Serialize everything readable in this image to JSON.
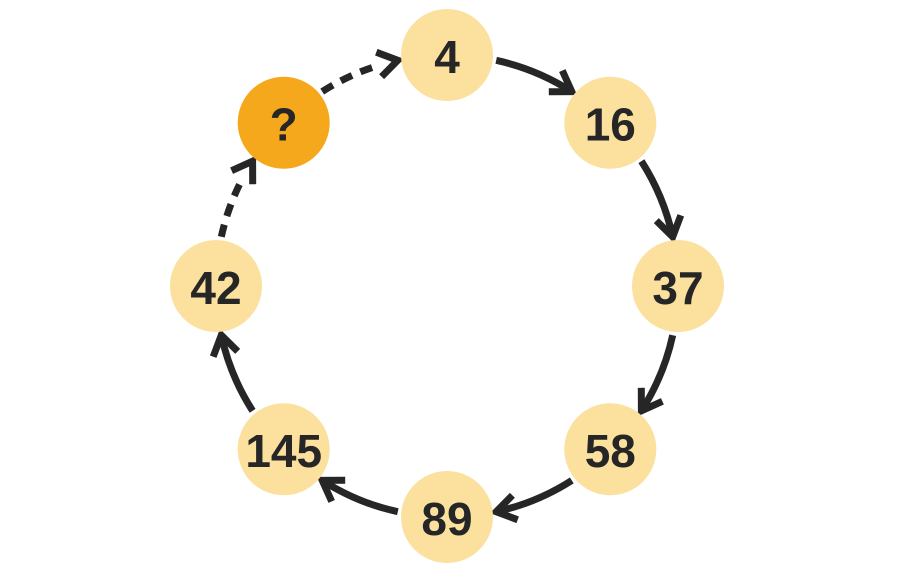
{
  "diagram": {
    "title": "number-cycle-puzzle",
    "colors": {
      "background": "#ffffff",
      "node_fill": "#FBE09E",
      "highlight_fill": "#F6A81D",
      "ink": "#262626"
    },
    "nodes": [
      {
        "id": "node-4",
        "label": "4",
        "angle": 270,
        "highlight": false
      },
      {
        "id": "node-16",
        "label": "16",
        "angle": 315,
        "highlight": false
      },
      {
        "id": "node-37",
        "label": "37",
        "angle": 360,
        "highlight": false
      },
      {
        "id": "node-58",
        "label": "58",
        "angle": 405,
        "highlight": false
      },
      {
        "id": "node-89",
        "label": "89",
        "angle": 450,
        "highlight": false
      },
      {
        "id": "node-145",
        "label": "145",
        "angle": 495,
        "highlight": false
      },
      {
        "id": "node-42",
        "label": "42",
        "angle": 540,
        "highlight": false
      },
      {
        "id": "node-question",
        "label": "?",
        "angle": 585,
        "highlight": true
      }
    ],
    "edges": [
      {
        "from": 0,
        "to": 1,
        "style": "solid"
      },
      {
        "from": 1,
        "to": 2,
        "style": "solid"
      },
      {
        "from": 2,
        "to": 3,
        "style": "solid"
      },
      {
        "from": 3,
        "to": 4,
        "style": "solid"
      },
      {
        "from": 4,
        "to": 5,
        "style": "solid"
      },
      {
        "from": 5,
        "to": 6,
        "style": "solid"
      },
      {
        "from": 6,
        "to": 7,
        "style": "dashed"
      },
      {
        "from": 7,
        "to": 0,
        "style": "dashed"
      }
    ],
    "sequence_order": [
      "4",
      "16",
      "37",
      "58",
      "89",
      "145",
      "42",
      "?"
    ]
  }
}
